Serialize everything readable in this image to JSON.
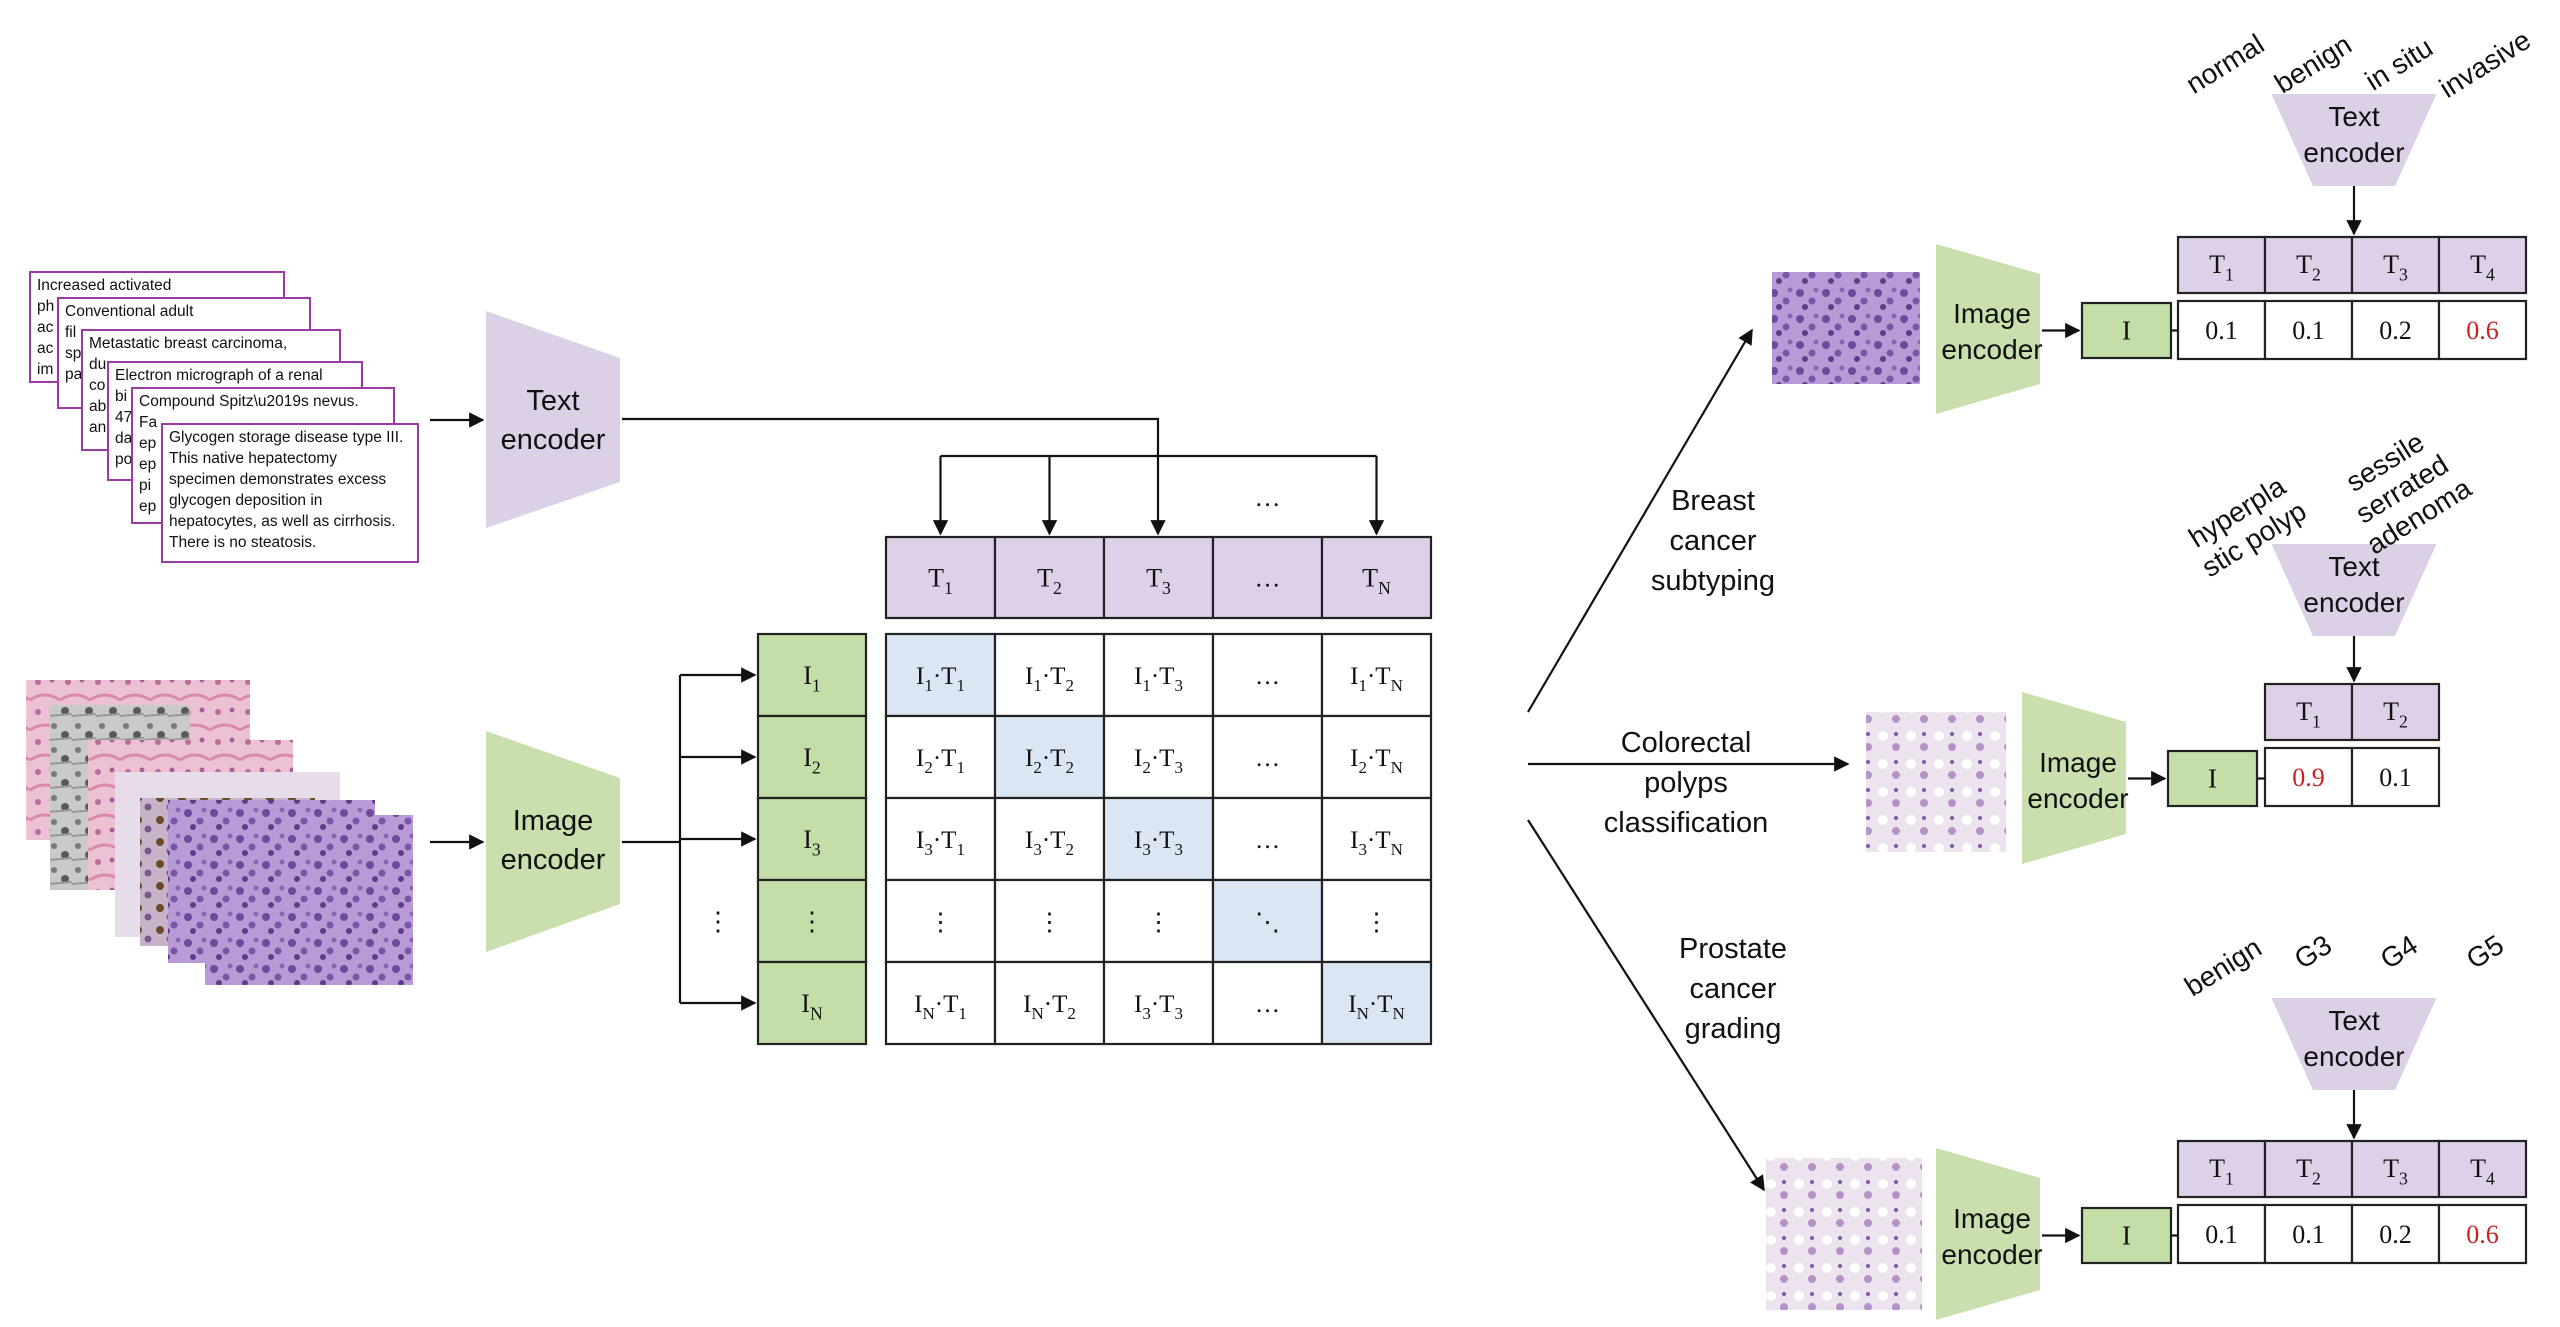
{
  "text_encoder_label": [
    "Text",
    "encoder"
  ],
  "image_encoder_label": [
    "Image",
    "encoder"
  ],
  "caption_cards": [
    {
      "lines": [
        "Increased activated",
        "ph",
        "ac",
        "ac",
        "im"
      ]
    },
    {
      "lines": [
        "Conventional adult",
        "fil",
        "sp",
        "pa"
      ]
    },
    {
      "lines": [
        "Metastatic breast carcinoma,",
        "du",
        "co",
        "ab",
        "an"
      ]
    },
    {
      "lines": [
        "Electron micrograph of a renal",
        "bi",
        "47",
        "da",
        "po"
      ]
    },
    {
      "lines": [
        "Compound Spitz\\u2019s nevus.",
        "Fa",
        "ep",
        "ep",
        "pi",
        "ep"
      ]
    },
    {
      "lines": [
        "Glycogen storage disease type III.",
        "This native hepatectomy",
        "specimen demonstrates excess",
        "glycogen deposition in",
        "hepatocytes, as well as cirrhosis.",
        "There is no steatosis."
      ]
    }
  ],
  "matrix": {
    "col_headers": [
      {
        "base": "T",
        "sub": "1"
      },
      {
        "base": "T",
        "sub": "2"
      },
      {
        "base": "T",
        "sub": "3"
      },
      {
        "base": "…",
        "sub": ""
      },
      {
        "base": "T",
        "sub": "N"
      }
    ],
    "row_headers": [
      {
        "base": "I",
        "sub": "1"
      },
      {
        "base": "I",
        "sub": "2"
      },
      {
        "base": "I",
        "sub": "3"
      },
      {
        "base": "⋮",
        "sub": ""
      },
      {
        "base": "I",
        "sub": "N"
      }
    ],
    "cells": [
      [
        {
          "t": "I1·T1",
          "diag": true
        },
        {
          "t": "I1·T2"
        },
        {
          "t": "I1·T3"
        },
        {
          "t": "…"
        },
        {
          "t": "I1·TN"
        }
      ],
      [
        {
          "t": "I2·T1"
        },
        {
          "t": "I2·T2",
          "diag": true
        },
        {
          "t": "I2·T3"
        },
        {
          "t": "…"
        },
        {
          "t": "I2·TN"
        }
      ],
      [
        {
          "t": "I3·T1"
        },
        {
          "t": "I3·T2"
        },
        {
          "t": "I3·T3",
          "diag": true
        },
        {
          "t": "…"
        },
        {
          "t": "I3·TN"
        }
      ],
      [
        {
          "t": "⋮"
        },
        {
          "t": "⋮"
        },
        {
          "t": "⋮"
        },
        {
          "t": "⋱",
          "diag": true
        },
        {
          "t": "⋮"
        }
      ],
      [
        {
          "t": "IN·T1"
        },
        {
          "t": "IN·T2"
        },
        {
          "t": "I3·T3"
        },
        {
          "t": "…"
        },
        {
          "t": "IN·TN",
          "diag": true
        }
      ]
    ],
    "ellipsis_top": "…",
    "ellipsis_rows": "⋮"
  },
  "tasks": [
    {
      "name": [
        "Breast",
        "cancer",
        "subtyping"
      ],
      "prompts": [
        "normal",
        "benign",
        "in situ",
        "invasive"
      ],
      "image_token": "I",
      "text_tokens": [
        "T1",
        "T2",
        "T3",
        "T4"
      ],
      "scores": [
        "0.1",
        "0.1",
        "0.2",
        "0.6"
      ],
      "best_index": 3
    },
    {
      "name": [
        "Colorectal",
        "polyps",
        "classification"
      ],
      "prompts": [
        [
          "hyperpla",
          "stic polyp"
        ],
        [
          "sessile",
          "serrated",
          "adenoma"
        ]
      ],
      "image_token": "I",
      "text_tokens": [
        "T1",
        "T2"
      ],
      "scores": [
        "0.9",
        "0.1"
      ],
      "best_index": 0
    },
    {
      "name": [
        "Prostate",
        "cancer",
        "grading"
      ],
      "prompts": [
        "benign",
        "G3",
        "G4",
        "G5"
      ],
      "image_token": "I",
      "text_tokens": [
        "T1",
        "T2",
        "T3",
        "T4"
      ],
      "scores": [
        "0.1",
        "0.1",
        "0.2",
        "0.6"
      ],
      "best_index": 3
    }
  ],
  "colors": {
    "text_encoder": "#dcd0e6",
    "image_encoder": "#c9dfae",
    "token_text": "#ddd0e8",
    "token_image": "#c3dea6",
    "diagonal": "#dbe6f5",
    "highlight": "#cc1f1f",
    "card_border": "#9a3aa3",
    "histology_purple": "#8f68b8",
    "histology_pink": "#d6829f"
  }
}
